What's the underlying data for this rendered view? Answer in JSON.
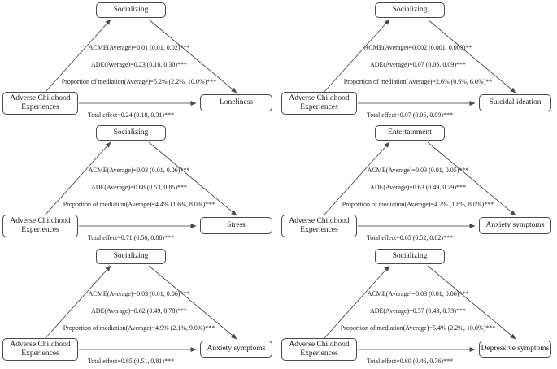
{
  "figure": {
    "background": "#ffffff",
    "line_color": "#4a4a4a",
    "panels": [
      {
        "mediator": "Socializing",
        "predictor": "Adverse Childhood Experiences",
        "outcome": "Loneliness",
        "acme": "ACME(Average)=0.01 (0.01, 0.02)***",
        "ade": "ADE(Average)=0.23 (0.16, 0.30)***",
        "proportion": "Proportion of mediation(Average)=5.2% (2.2%, 10.0%)***",
        "total_effect": "Total effect=0.24 (0.18, 0.31)***"
      },
      {
        "mediator": "Socializing",
        "predictor": "Adverse Childhood Experiences",
        "outcome": "Suicidal ideation",
        "acme": "ACME(Average)=0.002 (0.001, 0.003)**",
        "ade": "ADE(Average)=0.07 (0.06, 0.09)***",
        "proportion": "Proportion of mediation(Average)=2.6% (0.6%, 6.0%)**",
        "total_effect": "Total effect=0.07 (0.06, 0.09)***"
      },
      {
        "mediator": "Socializing",
        "predictor": "Adverse Childhood Experiences",
        "outcome": "Stress",
        "acme": "ACME(Average)=0.03 (0.01, 0.06)***",
        "ade": "ADE(Average)=0.68 (0.53, 0.85)***",
        "proportion": "Proportion of mediation(Average)=4.4% (1.6%, 8.0%)***",
        "total_effect": "Total effect=0.71 (0.56, 0.88)***"
      },
      {
        "mediator": "Entertainment",
        "predictor": "Adverse Childhood Experiences",
        "outcome": "Anxiety symptoms",
        "acme": "ACME(Average)=0.03 (0.01, 0.05)***",
        "ade": "ADE(Average)=0.63 (0.49, 0.79)***",
        "proportion": "Proportion of mediation(Average)=4.2% (1.8%, 8.0%)***",
        "total_effect": "Total effect=0.65 (0.52, 0.82)***"
      },
      {
        "mediator": "Socializing",
        "predictor": "Adverse Childhood Experiences",
        "outcome": "Anxiety symptoms",
        "acme": "ACME(Average)=0.03 (0.01, 0.06)***",
        "ade": "ADE(Average)=0.62 (0.49, 0.78)***",
        "proportion": "Proportion of mediation(Average)=4.9% (2.1%, 9.0%)***",
        "total_effect": "Total effect=0.65 (0.51, 0.81)***"
      },
      {
        "mediator": "Socializing",
        "predictor": "Adverse Childhood Experiences",
        "outcome": "Depressive symptoms",
        "acme": "ACME(Average)=0.03 (0.01, 0.06)***",
        "ade": "ADE(Average)=0.57 (0.43, 0.73)***",
        "proportion": "Proportion of mediation(Average)=5.4% (2.2%, 10.0%)***",
        "total_effect": "Total effect=0.60 (0.46, 0.76)***"
      }
    ]
  }
}
